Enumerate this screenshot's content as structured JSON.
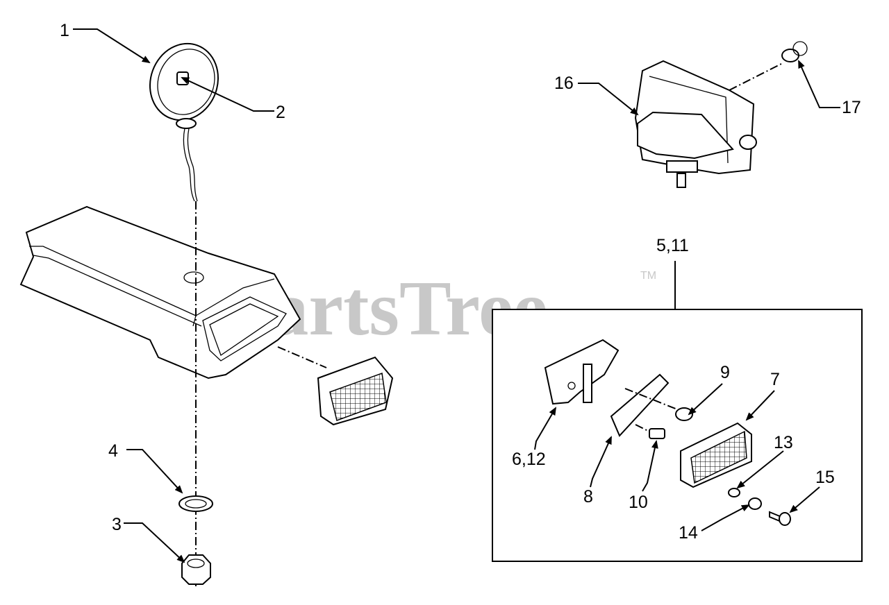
{
  "watermark": {
    "text": "PartsTree",
    "trademark": "TM"
  },
  "callouts": {
    "c1": "1",
    "c2": "2",
    "c3": "3",
    "c4": "4",
    "c5_11": "5,11",
    "c6_12": "6,12",
    "c7": "7",
    "c8": "8",
    "c9": "9",
    "c10": "10",
    "c13": "13",
    "c14": "14",
    "c15": "15",
    "c16": "16",
    "c17": "17"
  },
  "icons": {
    "round_light": "round-work-light-icon",
    "square_light": "square-headlight-icon",
    "fender": "fender-housing-icon",
    "tail_light": "tail-light-assembly-icon"
  }
}
